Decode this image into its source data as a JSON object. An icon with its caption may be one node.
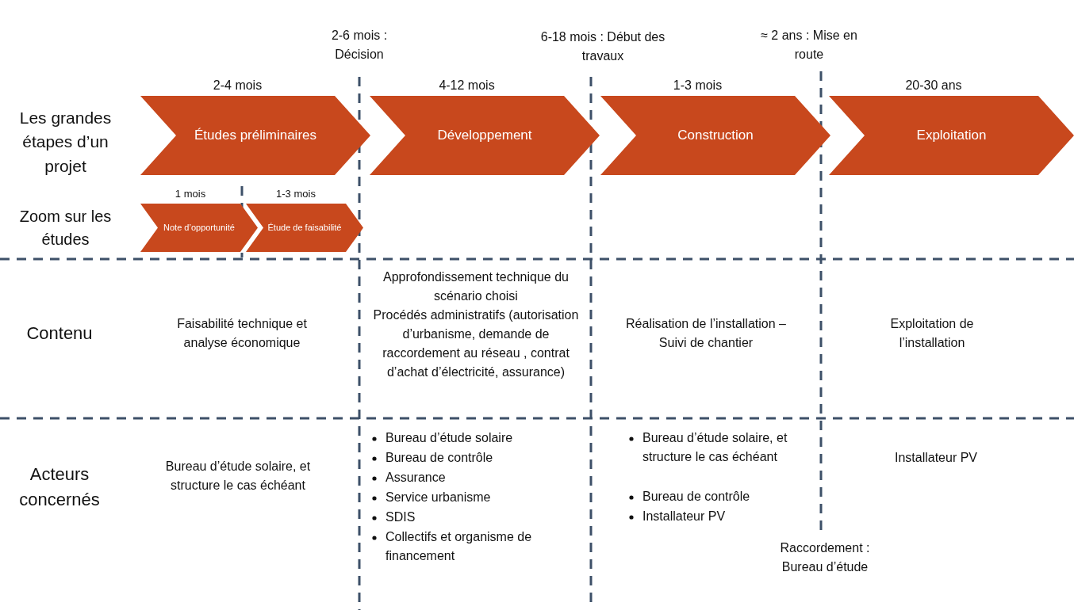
{
  "diagram": {
    "nodes": [
      {
        "text": [
          "Études préliminaires"
        ],
        "beside": [
          "2-4 mois"
        ]
      },
      {
        "text": [
          "Développement"
        ],
        "beside": [
          "4-12 mois"
        ]
      },
      {
        "text": [
          "Construction"
        ],
        "beside": [
          "1-3 mois"
        ]
      },
      {
        "text": [
          "Exploitation"
        ],
        "beside": [
          "20-30 ans"
        ]
      },
      {
        "text": [
          "Note d’opportunité"
        ],
        "beside": [
          "1 mois"
        ]
      },
      {
        "text": [
          "Étude de faisabilité"
        ],
        "beside": [
          "1-3 mois"
        ]
      }
    ],
    "labels": [
      "2-6 mois : Décision",
      "6-18 mois : Début des travaux",
      "≈ 2 ans : Mise en route",
      "Les grandes étapes d’un projet",
      "Zoom sur les études",
      "Contenu",
      "Faisabilité technique et analyse économique",
      "Approfondissement technique du scénario choisi",
      "Procédés administratifs (autorisation d’urbanisme, demande de raccordement au réseau , contrat d’achat d’électricité, assurance)",
      "Réalisation de l’installation – Suivi de chantier",
      "Exploitation de l’installation",
      "Acteurs concernés",
      "Bureau d’étude solaire, et structure le cas échéant",
      "Bureau d’étude solaire",
      "Bureau de contrôle",
      "Assurance",
      "Service urbanisme",
      "SDIS",
      "Collectifs et organisme de financement",
      "Bureau d’étude solaire, et structure le cas échéant",
      "Bureau de contrôle",
      "Installateur PV",
      "Installateur PV",
      "Raccordement : Bureau d’étude"
    ]
  }
}
